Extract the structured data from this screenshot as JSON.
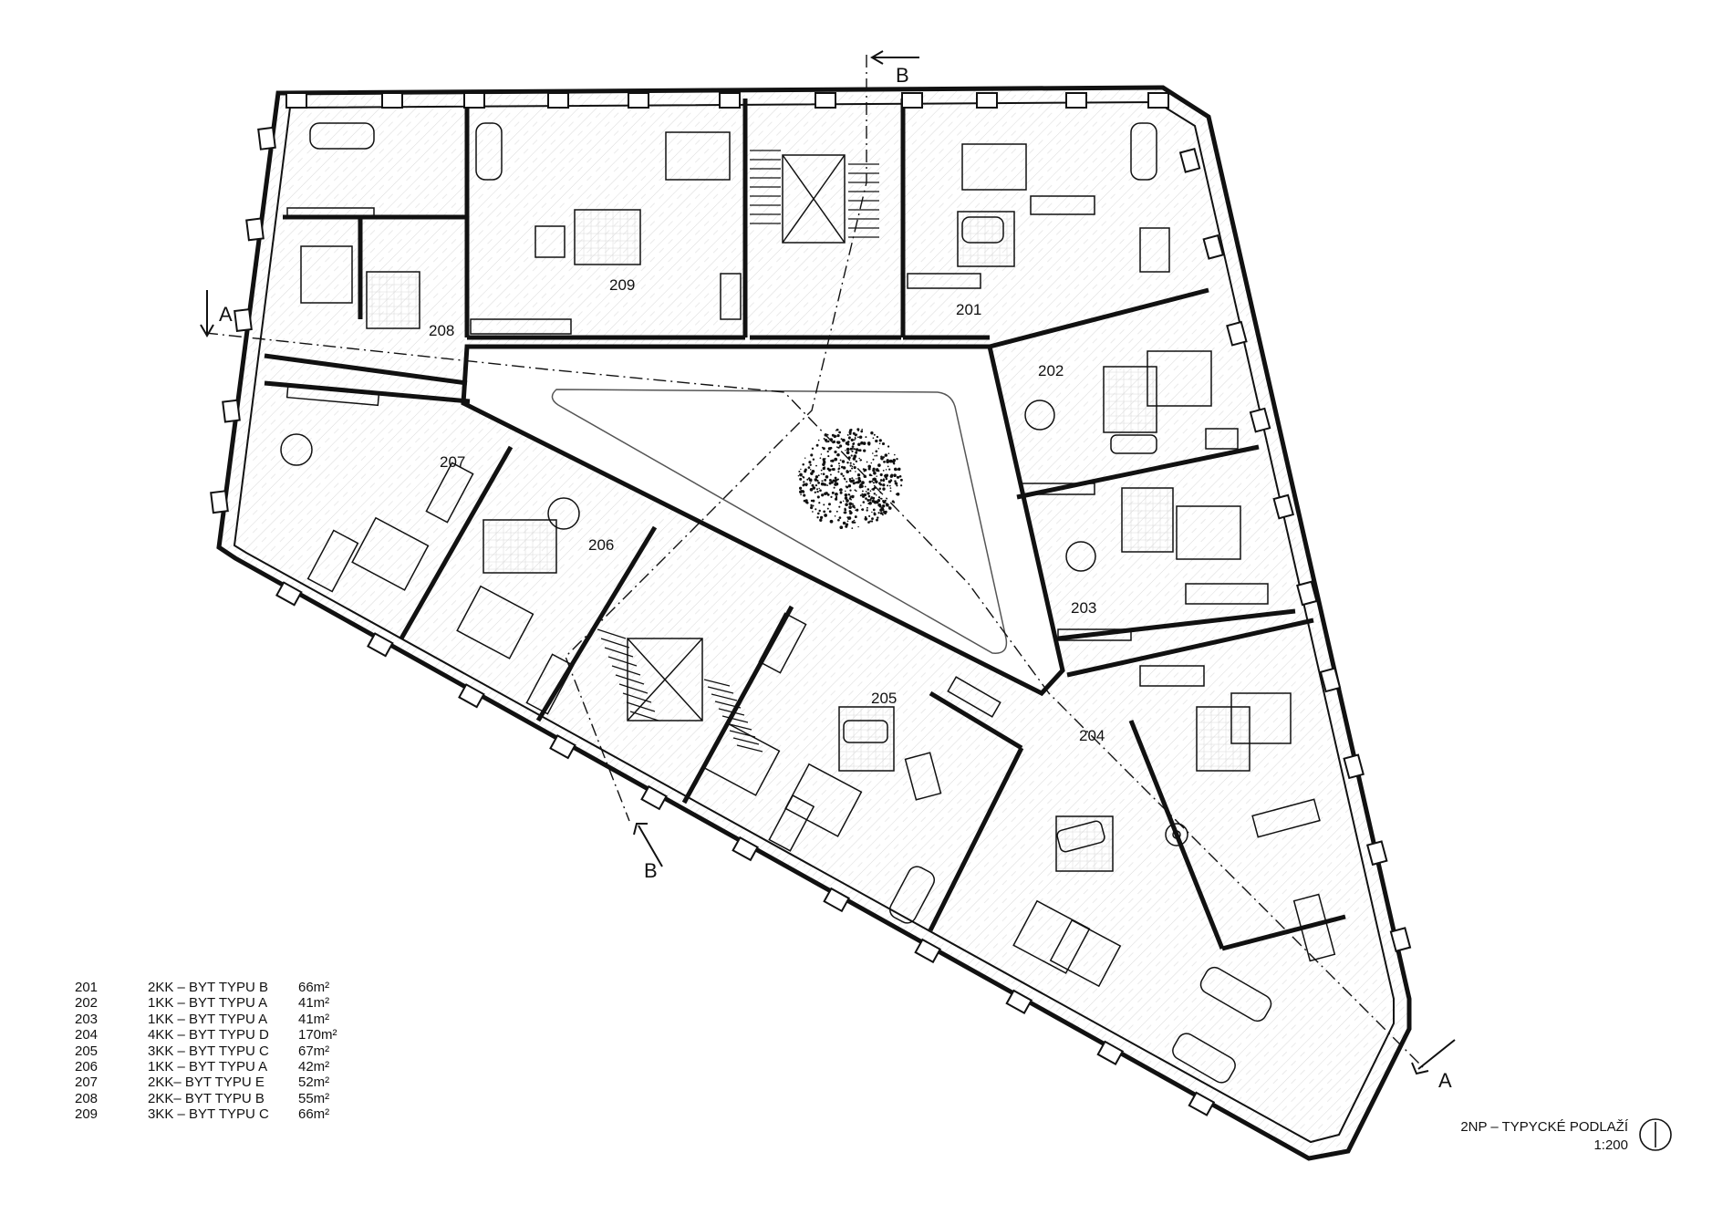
{
  "units_on_plan": {
    "u201": "201",
    "u202": "202",
    "u203": "203",
    "u204": "204",
    "u205": "205",
    "u206": "206",
    "u207": "207",
    "u208": "208",
    "u209": "209"
  },
  "section_marks": {
    "a_left": "A",
    "a_right": "A",
    "b_top": "B",
    "b_bottom": "B"
  },
  "legend": [
    {
      "unit": "201",
      "type": "2KK – BYT TYPU B",
      "area": "66m²"
    },
    {
      "unit": "202",
      "type": "1KK – BYT TYPU A",
      "area": "41m²"
    },
    {
      "unit": "203",
      "type": "1KK – BYT TYPU A",
      "area": "41m²"
    },
    {
      "unit": "204",
      "type": "4KK – BYT TYPU D",
      "area": "170m²"
    },
    {
      "unit": "205",
      "type": "3KK – BYT TYPU C",
      "area": "67m²"
    },
    {
      "unit": "206",
      "type": "1KK – BYT TYPU A",
      "area": "42m²"
    },
    {
      "unit": "207",
      "type": "2KK– BYT TYPU E",
      "area": "52m²"
    },
    {
      "unit": "208",
      "type": "2KK– BYT TYPU B",
      "area": "55m²"
    },
    {
      "unit": "209",
      "type": "3KK – BYT TYPU C",
      "area": "66m²"
    }
  ],
  "title": {
    "floor": "2NP – TYPYCKÉ PODLAŽÍ",
    "scale": "1:200"
  },
  "icons": {
    "north": "north-arrow-icon",
    "tree": "tree-icon"
  }
}
